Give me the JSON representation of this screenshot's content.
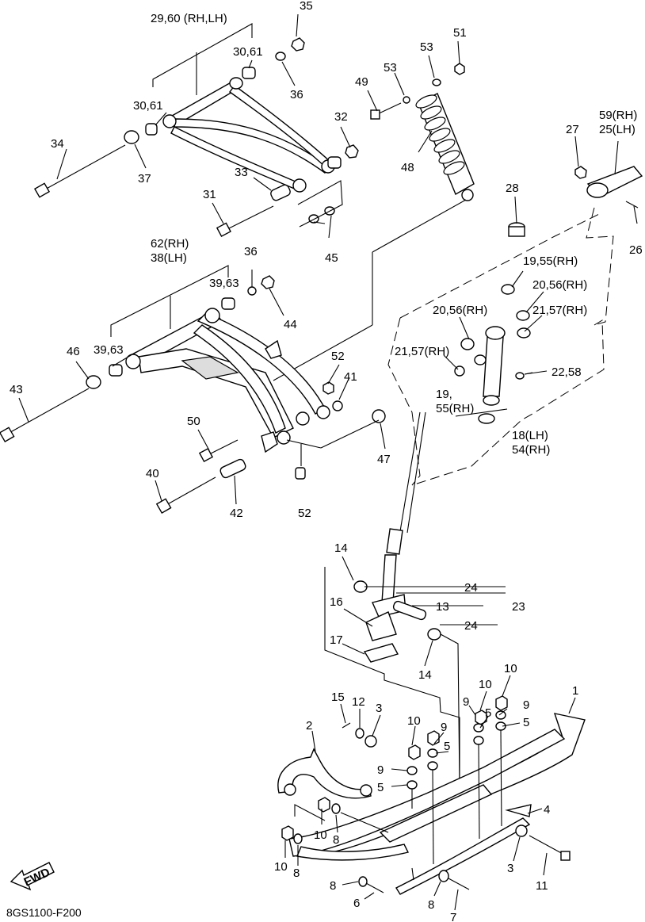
{
  "diagram": {
    "code": "8GS1100-F200",
    "fwd_label": "FWD",
    "labels": {
      "l_2960": "29,60 (RH,LH)",
      "l_35": "35",
      "l_3061a": "30,61",
      "l_36a": "36",
      "l_3061b": "30,61",
      "l_32": "32",
      "l_34": "34",
      "l_37": "37",
      "l_33": "33",
      "l_31": "31",
      "l_45": "45",
      "l_49": "49",
      "l_53a": "53",
      "l_53b": "53",
      "l_51": "51",
      "l_48": "48",
      "l_59": "59(RH)",
      "l_25": "25(LH)",
      "l_27": "27",
      "l_26": "26",
      "l_28": "28",
      "l_1955a": "19,55(RH)",
      "l_2056a": "20,56(RH)",
      "l_2056b": "20,56(RH)",
      "l_2157a": "21,57(RH)",
      "l_2157b": "21,57(RH)",
      "l_2258": "22,58",
      "l_19b": "19,",
      "l_55b": "55(RH)",
      "l_18": "18(LH)",
      "l_54": "54(RH)",
      "l_62": "62(RH)",
      "l_38": "38(LH)",
      "l_36b": "36",
      "l_3963a": "39,63",
      "l_44": "44",
      "l_3963b": "39,63",
      "l_46": "46",
      "l_43": "43",
      "l_52a": "52",
      "l_41": "41",
      "l_50": "50",
      "l_40": "40",
      "l_42": "42",
      "l_52b": "52",
      "l_47": "47",
      "l_14a": "14",
      "l_24a": "24",
      "l_23": "23",
      "l_16": "16",
      "l_13": "13",
      "l_24b": "24",
      "l_17": "17",
      "l_14b": "14",
      "l_10a": "10",
      "l_10b": "10",
      "l_1": "1",
      "l_9a": "9",
      "l_5a": "5",
      "l_9b": "9",
      "l_5b": "5",
      "l_15": "15",
      "l_12": "12",
      "l_3a": "3",
      "l_10c": "10",
      "l_9c": "9",
      "l_2": "2",
      "l_5c": "5",
      "l_9d": "9",
      "l_5d": "5",
      "l_4": "4",
      "l_10d": "10",
      "l_8a": "8",
      "l_10e": "10",
      "l_8b": "8",
      "l_3b": "3",
      "l_11": "11",
      "l_8c": "8",
      "l_6": "6",
      "l_8d": "8",
      "l_7": "7"
    }
  }
}
